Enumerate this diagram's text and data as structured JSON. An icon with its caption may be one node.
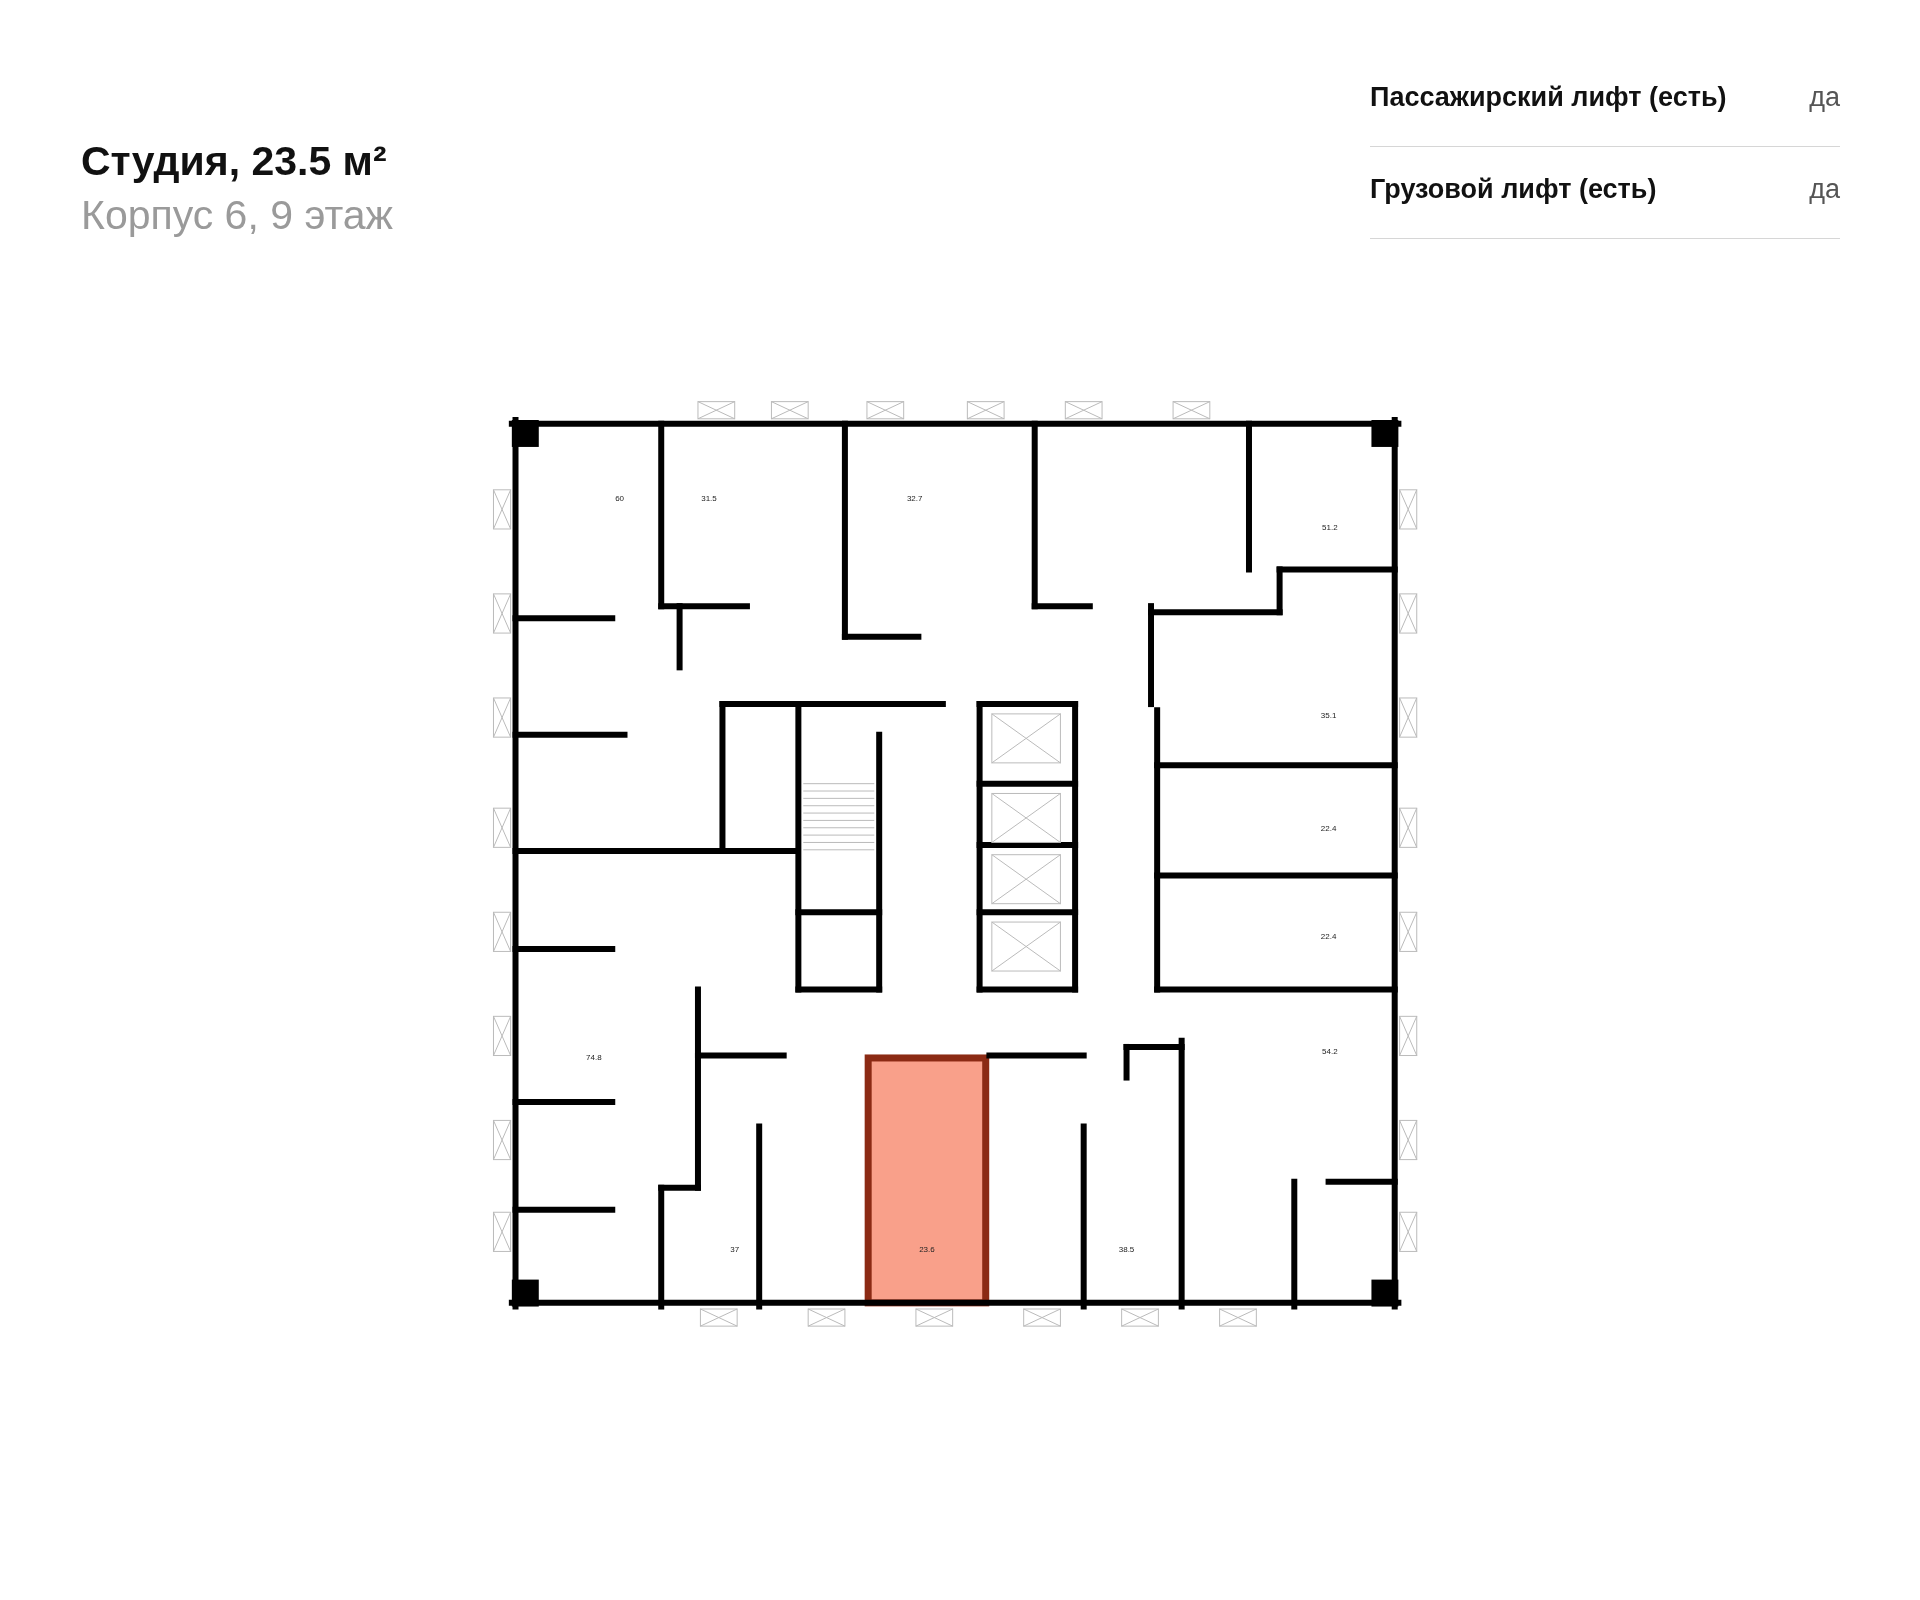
{
  "diagram": {
    "title": "Студия, 23.5 м²",
    "labels": [
      "Корпус 6, 9 этаж",
      "Пассажирский лифт (есть)",
      "да",
      "Грузовой лифт (есть)",
      "да",
      "60",
      "31.5",
      "32.7",
      "51.2",
      "35.1",
      "22.4",
      "22.4",
      "74.8",
      "37",
      "23.6",
      "38.5",
      "54.2"
    ]
  }
}
